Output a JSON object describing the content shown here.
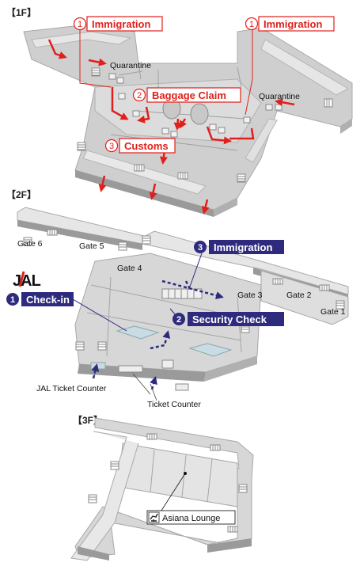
{
  "floors": {
    "f1": {
      "label": "【1F】"
    },
    "f2": {
      "label": "【2F】"
    },
    "f3": {
      "label": "【3F】"
    }
  },
  "colors": {
    "arrival": "#e0201c",
    "departure": "#2e2a7e",
    "floor_top": "#d9d9d9",
    "floor_side": "#9a9a9a",
    "wall": "#bdbdbd"
  },
  "arrival_steps": [
    {
      "num": "1",
      "label": "Immigration"
    },
    {
      "num": "1",
      "label": "Immigration"
    },
    {
      "num": "2",
      "label": "Baggage Claim"
    },
    {
      "num": "3",
      "label": "Customs"
    }
  ],
  "f1_places": [
    "Quarantine",
    "Quarantine"
  ],
  "departure_steps": [
    {
      "num": "3",
      "label": "Immigration"
    },
    {
      "num": "1",
      "label": "Check-in"
    },
    {
      "num": "2",
      "label": "Security Check"
    }
  ],
  "gates": [
    "Gate 6",
    "Gate 5",
    "Gate 4",
    "Gate 3",
    "Gate 2",
    "Gate 1"
  ],
  "f2_places": {
    "jal_counter": "JAL Ticket Counter",
    "ticket_counter": "Ticket Counter"
  },
  "jal_logo": "JAL",
  "f3_places": {
    "lounge": "Asiana Lounge"
  },
  "icons": [
    "lounge-icon",
    "stairs-icon",
    "route-arrow-icon"
  ]
}
